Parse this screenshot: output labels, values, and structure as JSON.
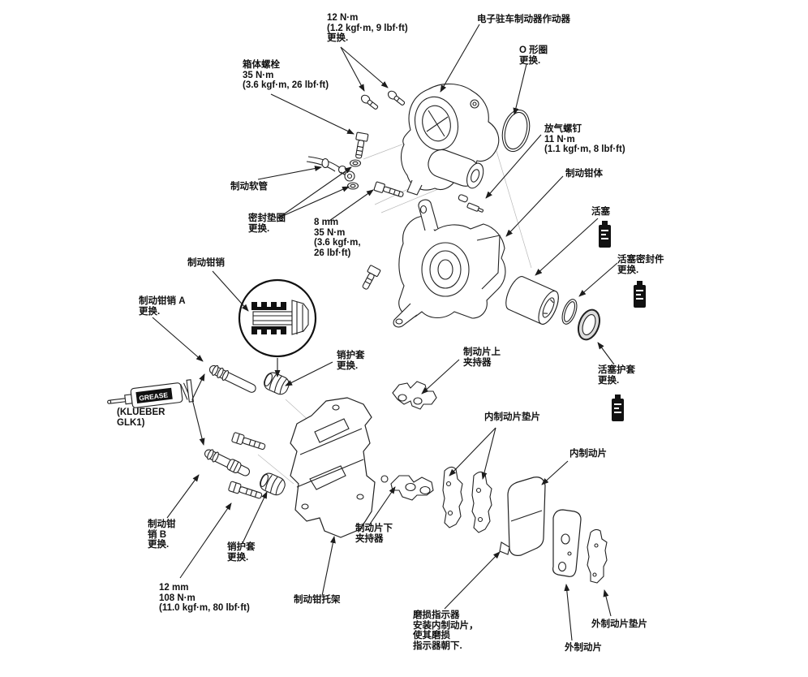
{
  "figure": {
    "kind": "exploded-parts-diagram"
  },
  "colors": {
    "ink": "#1c1c1c",
    "background": "#ffffff"
  },
  "icons": {
    "grease_label": "GREASE",
    "brake_fluid_bottle": "brake-fluid-bottle",
    "grease_tube": "grease-tube"
  },
  "labels": [
    {
      "id": "torque-12nm",
      "text": "12 N·m\n(1.2 kgf·m, 9 lbf·ft)\n更换."
    },
    {
      "id": "actuator",
      "text": "电子驻车制动器作动器"
    },
    {
      "id": "o-ring",
      "text": "O 形圈\n更换."
    },
    {
      "id": "housing-bolt",
      "text": "箱体螺栓\n35 N·m\n(3.6 kgf·m, 26 lbf·ft)"
    },
    {
      "id": "bleed-screw",
      "text": "放气螺钉\n11 N·m\n(1.1 kgf·m, 8 lbf·ft)"
    },
    {
      "id": "caliper-body",
      "text": "制动钳体"
    },
    {
      "id": "brake-hose",
      "text": "制动软管"
    },
    {
      "id": "sealing-washer",
      "text": "密封垫圈\n更换."
    },
    {
      "id": "banjo-8mm",
      "text": "8 mm\n35 N·m\n(3.6 kgf·m,\n26 lbf·ft)"
    },
    {
      "id": "piston",
      "text": "活塞"
    },
    {
      "id": "piston-seal",
      "text": "活塞密封件\n更换."
    },
    {
      "id": "caliper-pin",
      "text": "制动钳销"
    },
    {
      "id": "caliper-pin-a",
      "text": "制动钳销 A\n更换."
    },
    {
      "id": "pin-boot-upper",
      "text": "销护套\n更换."
    },
    {
      "id": "pad-upper-retainer",
      "text": "制动片上\n夹持器"
    },
    {
      "id": "piston-boot",
      "text": "活塞护套\n更换."
    },
    {
      "id": "grease-spec",
      "text": "(KLUEBER\nGLK1)"
    },
    {
      "id": "inner-pad-shim",
      "text": "内制动片垫片"
    },
    {
      "id": "inner-pad",
      "text": "内制动片"
    },
    {
      "id": "caliper-pin-b",
      "text": "制动钳\n销 B\n更换."
    },
    {
      "id": "pin-boot-lower",
      "text": "销护套\n更换."
    },
    {
      "id": "pad-lower-retainer",
      "text": "制动片下\n夹持器"
    },
    {
      "id": "torque-12mm",
      "text": "12 mm\n108 N·m\n(11.0 kgf·m, 80 lbf·ft)"
    },
    {
      "id": "caliper-bracket",
      "text": "制动钳托架"
    },
    {
      "id": "wear-indicator",
      "text": "磨损指示器\n安装内制动片，\n使其磨损\n指示器朝下."
    },
    {
      "id": "outer-pad",
      "text": "外制动片"
    },
    {
      "id": "outer-pad-shim",
      "text": "外制动片垫片"
    }
  ]
}
